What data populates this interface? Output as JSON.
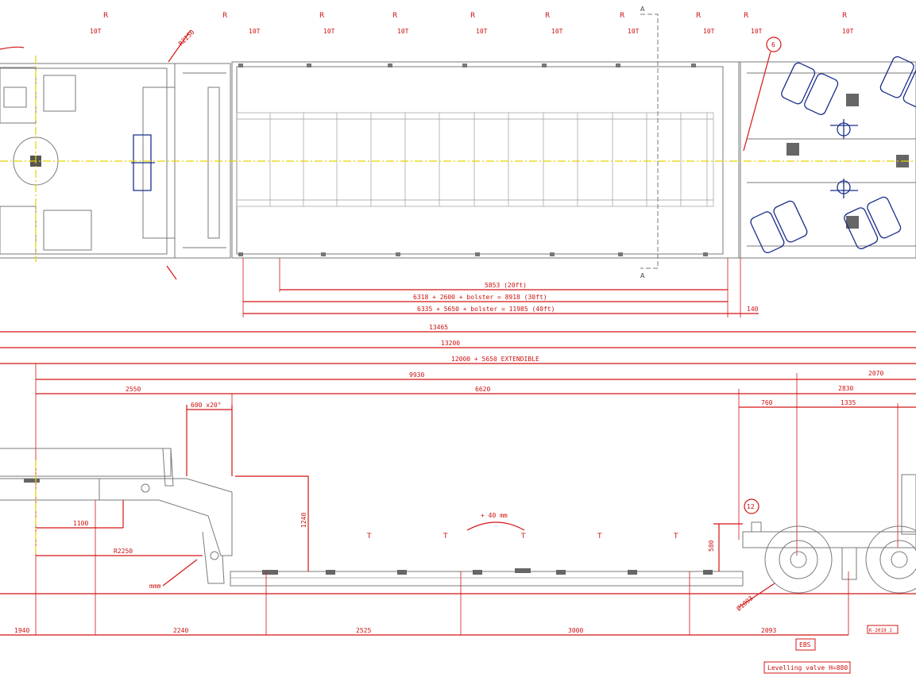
{
  "top_view": {
    "axle_marks": [
      {
        "r": "R",
        "t": "10T"
      },
      {
        "r": "R",
        "t": "10T"
      },
      {
        "r": "R",
        "t": "10T"
      },
      {
        "r": "R",
        "t": "10T"
      },
      {
        "r": "R",
        "t": "10T"
      },
      {
        "r": "R",
        "t": "10T"
      },
      {
        "r": "R",
        "t": "10T"
      },
      {
        "r": "R",
        "t": "10T"
      },
      {
        "r": "R",
        "t": "10T"
      },
      {
        "r": "R",
        "t": "10T"
      }
    ],
    "radius_label": "R2250",
    "section_label_top": "A",
    "section_label_bottom": "A",
    "callout_6": "6",
    "dim_20ft": "5853 (20ft)",
    "dim_30ft": "6318 + 2600 + bolster = 8918 (30ft)",
    "dim_40ft": "6335 + 5650 + bolster = 11985 (40ft)",
    "dim_140": "140"
  },
  "overall_dims": {
    "d13465": "13465",
    "d13200": "13200",
    "d_ext": "12000 + 5650 EXTENDIBLE",
    "d9930": "9930",
    "d2070": "2070",
    "d2550": "2550",
    "d6620": "6620",
    "d2830": "2830",
    "d760": "760",
    "d1335": "1335"
  },
  "side_view": {
    "gooseneck_angle": "600 x20°",
    "height_1240": "1240",
    "camber": "+ 40 mm",
    "t_marks": [
      "T",
      "T",
      "T",
      "T",
      "T"
    ],
    "callout_12": "12",
    "height_580": "580",
    "dim_1100": "1100",
    "radius_r2250": "R2250",
    "ref_mark": "mmm",
    "tyre_dia": "Ø1093"
  },
  "bottom_dims": [
    "1940",
    "2240",
    "2525",
    "3000",
    "2093"
  ],
  "labels": {
    "ebs": "EBS",
    "levelling": "Levelling valve H=880",
    "drawing_ref": "K-2019 J"
  }
}
